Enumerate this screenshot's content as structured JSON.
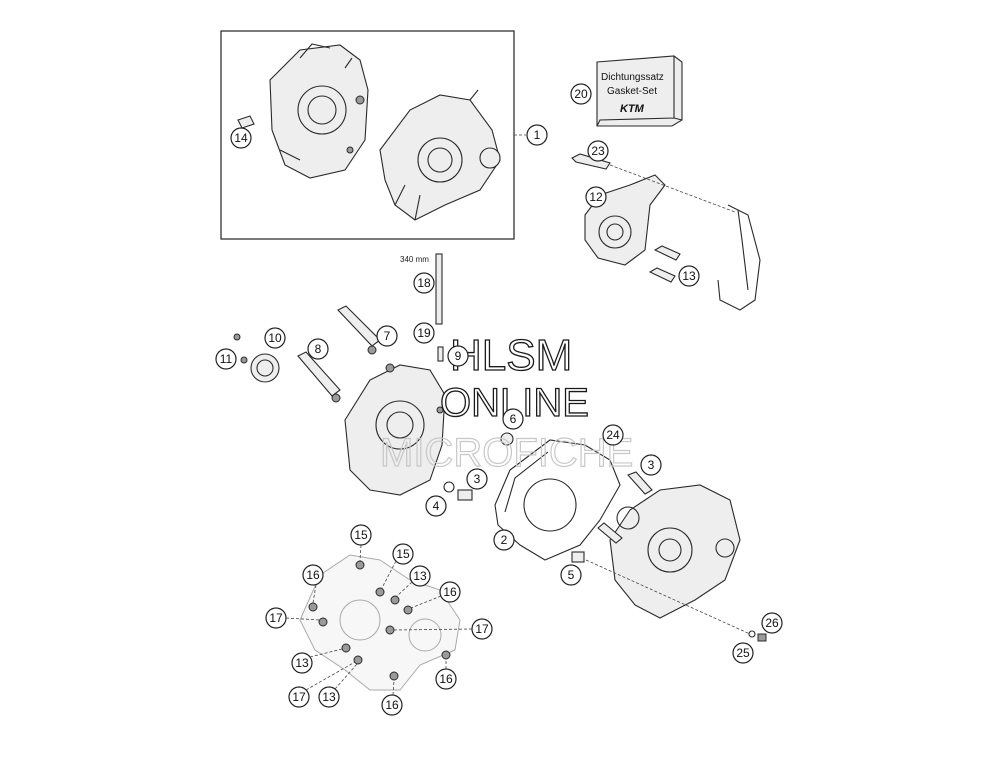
{
  "gasket_set": {
    "line1": "Dichtungssatz",
    "line2": "Gasket-Set",
    "logo": "KTM"
  },
  "dimension": {
    "rod_length": "340 mm"
  },
  "watermark": {
    "line1": "HLSM",
    "line2": "ONLINE",
    "line3": "MICROFICHE"
  },
  "callouts": {
    "c1": "1",
    "c2": "2",
    "c3": "3",
    "c3b": "3",
    "c4": "4",
    "c5": "5",
    "c6": "6",
    "c7": "7",
    "c8": "8",
    "c9": "9",
    "c10": "10",
    "c11": "11",
    "c12": "12",
    "c13a": "13",
    "c13b": "13",
    "c13c": "13",
    "c13d": "13",
    "c14": "14",
    "c15a": "15",
    "c15b": "15",
    "c16a": "16",
    "c16b": "16",
    "c16c": "16",
    "c16d": "16",
    "c17a": "17",
    "c17b": "17",
    "c17c": "17",
    "c18": "18",
    "c19": "19",
    "c20": "20",
    "c23": "23",
    "c24": "24",
    "c25": "25",
    "c26": "26"
  }
}
